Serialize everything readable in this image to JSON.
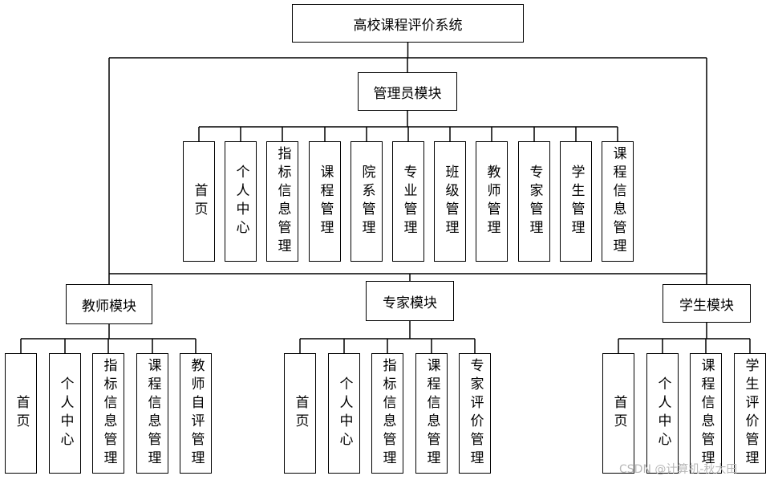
{
  "root": {
    "title": "高校课程评价系统"
  },
  "admin": {
    "title": "管理员模块",
    "items": [
      "首页",
      "个人中心",
      "指标信息管理",
      "课程管理",
      "院系管理",
      "专业管理",
      "班级管理",
      "教师管理",
      "专家管理",
      "学生管理",
      "课程信息管理"
    ]
  },
  "teacher": {
    "title": "教师模块",
    "items": [
      "首页",
      "个人中心",
      "指标信息管理",
      "课程信息管理",
      "教师自评管理"
    ]
  },
  "expert": {
    "title": "专家模块",
    "items": [
      "首页",
      "个人中心",
      "指标信息管理",
      "课程信息管理",
      "专家评价管理"
    ]
  },
  "student": {
    "title": "学生模块",
    "items": [
      "首页",
      "个人中心",
      "课程信息管理",
      "学生评价管理"
    ]
  },
  "watermark": "CSDN @计算机-秋大田"
}
